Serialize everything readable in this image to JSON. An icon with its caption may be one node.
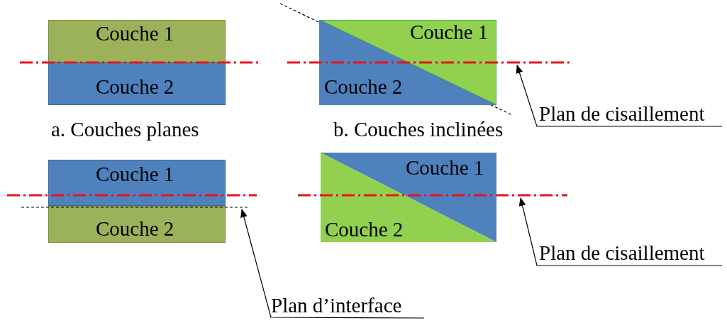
{
  "diagram": {
    "nodes": [
      {
        "text": [
          "Couche 1"
        ]
      },
      {
        "text": [
          "Couche 2"
        ]
      },
      {
        "text": [
          "Couche 1"
        ]
      },
      {
        "text": [
          "Couche 2"
        ]
      },
      {
        "text": [
          "Couche 1"
        ]
      },
      {
        "text": [
          "Couche 2"
        ]
      },
      {
        "text": [
          "Couche 1"
        ]
      },
      {
        "text": [
          "Couche 2"
        ]
      },
      {
        "text": [
          "Plan de cisaillement"
        ]
      },
      {
        "text": [
          "Plan de cisaillement"
        ]
      },
      {
        "text": [
          "Plan d’interface"
        ]
      },
      {
        "text": [],
        "shape": "line"
      },
      {
        "text": [],
        "shape": "line"
      },
      {
        "text": [],
        "shape": "line"
      }
    ],
    "edges": [
      {
        "from": 8,
        "to": 11,
        "arrow": "to"
      },
      {
        "from": 9,
        "to": 12,
        "arrow": "to"
      },
      {
        "from": 10,
        "to": 13,
        "arrow": "to"
      }
    ],
    "labels": [
      "a. Couches planes",
      "b. Couches inclinées"
    ]
  }
}
